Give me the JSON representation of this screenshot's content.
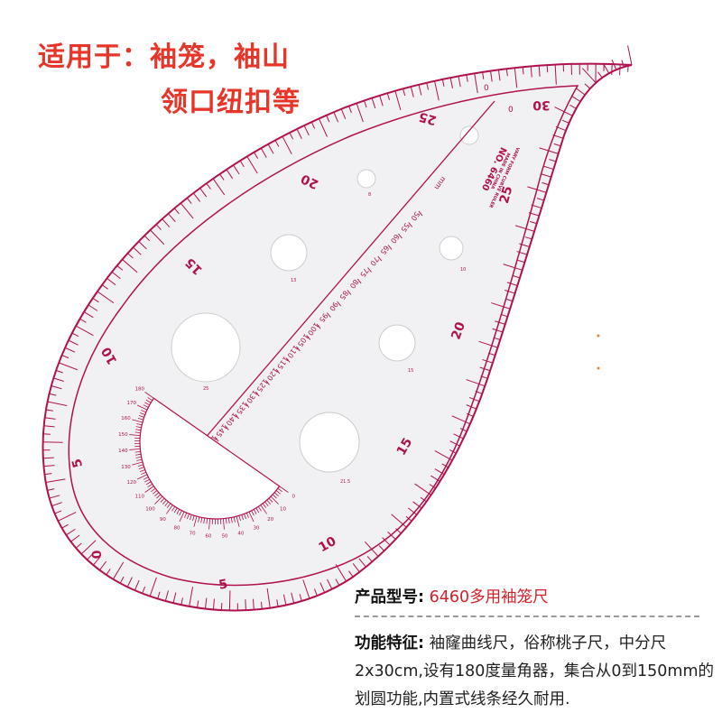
{
  "headline": {
    "line1": "适用于：袖笼，袖山",
    "line2": "领口纽扣等",
    "color": "#e8352a"
  },
  "ruler": {
    "brand_text_1": "NO. 6460",
    "brand_text_2": "VARY FORM CURVE RULER",
    "brand_text_3": "MADE IN CHINA",
    "unit": "mm",
    "accent_color": "#c2185b",
    "outer_scale_left": [
      "0",
      "5",
      "10",
      "15",
      "20",
      "25",
      "30"
    ],
    "outer_scale_right": [
      "5",
      "10",
      "15",
      "20",
      "25"
    ],
    "center_scale": [
      "50",
      "55",
      "60",
      "65",
      "70",
      "75",
      "80",
      "85",
      "90",
      "95",
      "100",
      "105",
      "110",
      "115",
      "120",
      "125",
      "130",
      "135",
      "140",
      "145",
      "150"
    ],
    "hole_labels": [
      "8",
      "10",
      "13",
      "15",
      "21.5",
      "25"
    ],
    "zero_marks": [
      "0",
      "0"
    ],
    "protractor_labels": [
      "0",
      "10",
      "20",
      "30",
      "40",
      "50",
      "60",
      "70",
      "80",
      "90",
      "100",
      "110",
      "120",
      "130",
      "140",
      "150",
      "160",
      "170",
      "180"
    ]
  },
  "info": {
    "model_label": "产品型号:",
    "model_value": "6460多用袖笼尺",
    "feature_label": "功能特征:",
    "feature_text": "袖窿曲线尺，俗称桃子尺，中分尺2x30cm,设有180度量角器，集合从0到150mm的划圆功能,内置式线条经久耐用."
  }
}
